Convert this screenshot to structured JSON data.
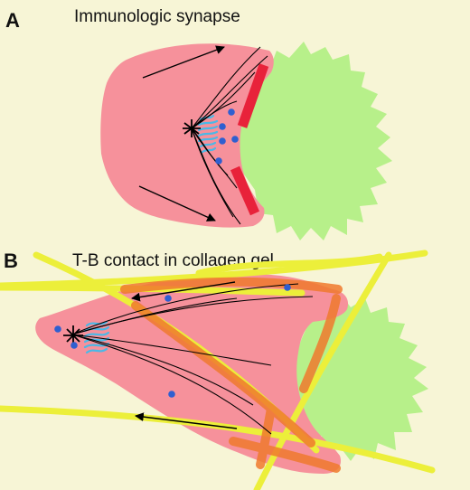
{
  "panels": [
    {
      "letter": "A",
      "title": "Immunologic synapse"
    },
    {
      "letter": "B",
      "title": "T-B contact in collagen gel"
    }
  ],
  "colors": {
    "background": "#f7f5d6",
    "t_cell": "#f6919b",
    "b_cell": "#b7f08a",
    "synapse_bar": "#e8223a",
    "golgi": "#4bb8e6",
    "vesicle": "#2f5fd0",
    "collagen": "#ecef3a",
    "collagen_overlap": "#f07a2e",
    "outline": "#000000"
  },
  "icons": [
    "mtoc-star-icon",
    "golgi-stack-icon",
    "vesicle-dot-icon",
    "arrow-icon"
  ]
}
